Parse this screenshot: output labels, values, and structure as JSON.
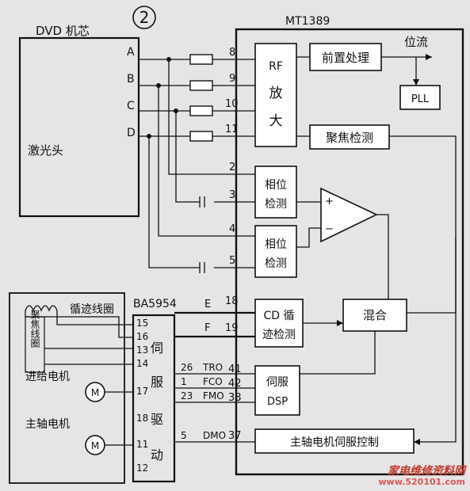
{
  "figure_number": "2",
  "chips": {
    "mt1389": "MT1389",
    "dvd_core": "DVD 机芯",
    "ba5954": "BA5954"
  },
  "signals": {
    "a": "A",
    "b": "B",
    "c": "C",
    "d": "D",
    "e": "E",
    "f": "F"
  },
  "pins": {
    "p8": "8",
    "p9": "9",
    "p10": "10",
    "p11": "11",
    "p2": "2",
    "p3": "3",
    "p4": "4",
    "p5": "5",
    "p18": "18",
    "p19": "19",
    "p41": "41",
    "p42": "42",
    "p38": "38",
    "p37": "37",
    "b15": "15",
    "b16": "16",
    "b13": "13",
    "b14": "14",
    "b17": "17",
    "b18": "18",
    "b11": "11",
    "b12": "12",
    "s26": "26",
    "s1": "1",
    "s23": "23",
    "s5": "5"
  },
  "signal_names": {
    "tro": "TRO",
    "fco": "FCO",
    "fmo": "FMO",
    "dmo": "DMO"
  },
  "blocks": {
    "rf": [
      "RF",
      "放",
      "大"
    ],
    "preprocess": "前置处理",
    "bitstream": "位流",
    "pll": "PLL",
    "focus_detect": "聚焦检测",
    "phase1": [
      "相位",
      "检测"
    ],
    "phase2": [
      "相位",
      "检测"
    ],
    "cd_track": [
      "CD 循",
      "迹检测"
    ],
    "mix": "混合",
    "servo_dsp": [
      "伺服",
      "DSP"
    ],
    "spindle_ctrl": "主轴电机伺服控制",
    "servo_drive": [
      "伺",
      "服",
      "驱",
      "动"
    ]
  },
  "parts": {
    "laser": "激光头",
    "track_coil": "循迹线圈",
    "focus_coil": "聚焦线圈",
    "feed_motor": "进给电机",
    "spindle_motor": "主轴电机",
    "motor": "M"
  },
  "watermark": {
    "line1": "家电维修资料网",
    "line2": "www.520101.com"
  }
}
